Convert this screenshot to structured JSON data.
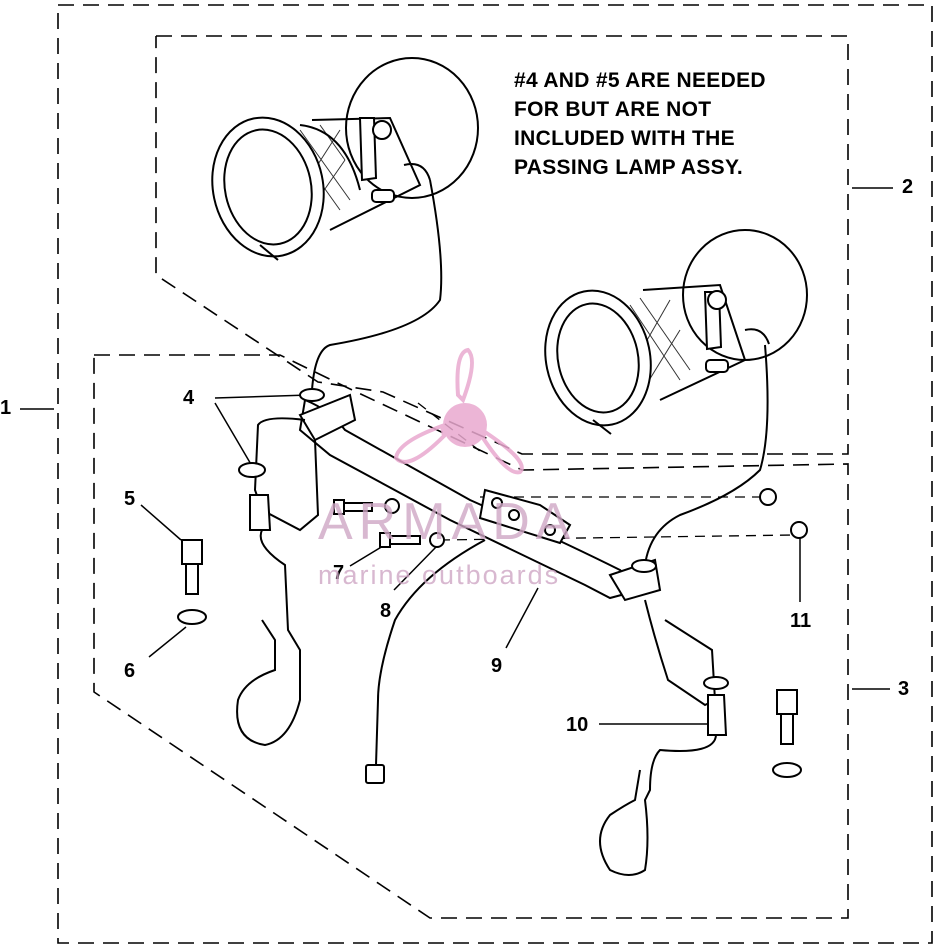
{
  "note": {
    "lines": [
      "#4 AND #5 ARE NEEDED",
      "FOR BUT ARE NOT",
      "INCLUDED WITH THE",
      "PASSING LAMP ASSY."
    ]
  },
  "callouts": {
    "c1": "1",
    "c2": "2",
    "c3": "3",
    "c4": "4",
    "c5": "5",
    "c6": "6",
    "c7": "7",
    "c8": "8",
    "c9": "9",
    "c10": "10",
    "c11": "11"
  },
  "watermark": {
    "brand": "ARMADA",
    "tagline": "marine outboards",
    "color": "#e9a9cf"
  }
}
